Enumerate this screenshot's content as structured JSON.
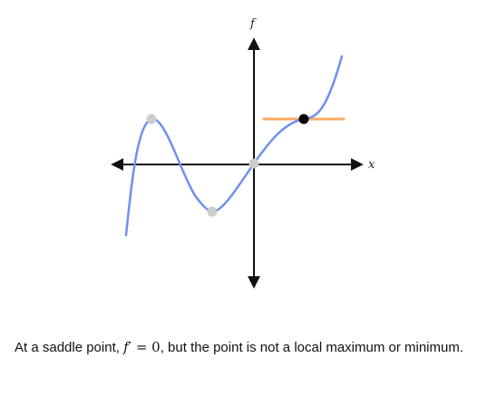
{
  "diagram": {
    "x_axis_label": "x",
    "y_axis_label": "f",
    "colors": {
      "axes": "#111111",
      "curve": "#7090f0",
      "tangent": "#ffaa66",
      "critical_point": "#cccccc",
      "saddle_point": "#000000"
    }
  },
  "caption": {
    "prefix": "At a saddle point, ",
    "f_symbol": "f",
    "prime": "′",
    "equals": " = ",
    "zero": "0",
    "suffix": ", but the point is not a local maximum or minimum."
  }
}
